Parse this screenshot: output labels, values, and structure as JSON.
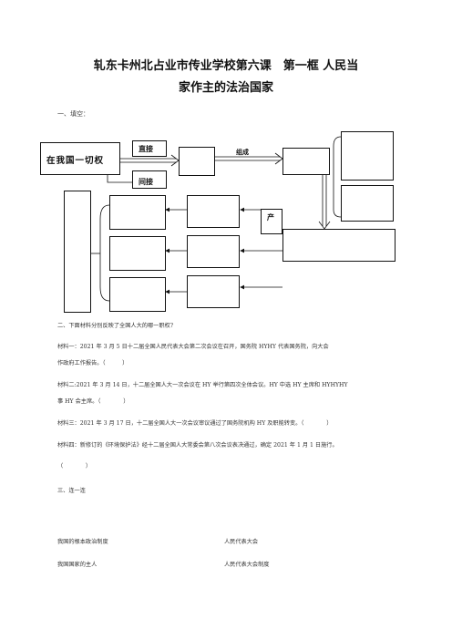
{
  "title": {
    "line1": "轧东卡州北占业市传业学校第六课　第一框 人民当",
    "line2": "家作主的法治国家"
  },
  "section1": "一、填空：",
  "diagram": {
    "main_box": "在我国一切权",
    "direct_label": "直接",
    "indirect_label": "间接",
    "organize_label": "组成",
    "produce_label": "产"
  },
  "section2": {
    "heading": "二、下面材料分别反映了全国人大的哪一职权?",
    "materials": [
      "材料一：2021 年 3 月 5 日十二届全国人民代表大会第二次会议在召开，国务院 HYHY 代表国务院，向大会",
      "作政府工作报告。（　　　）",
      "材料二:2021 年 3 月 14 日，十二届全国人大一次会议在 HY 举行第四次全体会议。HY 中选 HY 主席和 HYHYHY",
      "事 HY 会主席。（　　　　）",
      "材料三：2021 年 3 月 17 日，十二届全国人大一次会议审议通过了国务院机构 HY 及职能转变。（　　　　）",
      "材料四：新修订的《环境保护法》经十二届全国人大常委会第八次会议表决通过，确定 2021 年 1 月 1 日施行。",
      "（　　　　）"
    ]
  },
  "section3": {
    "heading": "三、连一连",
    "left": [
      "我国的根本政治制度",
      "我国国家的主人"
    ],
    "right": [
      "人民代表大会",
      "人民代表大会制度"
    ]
  }
}
